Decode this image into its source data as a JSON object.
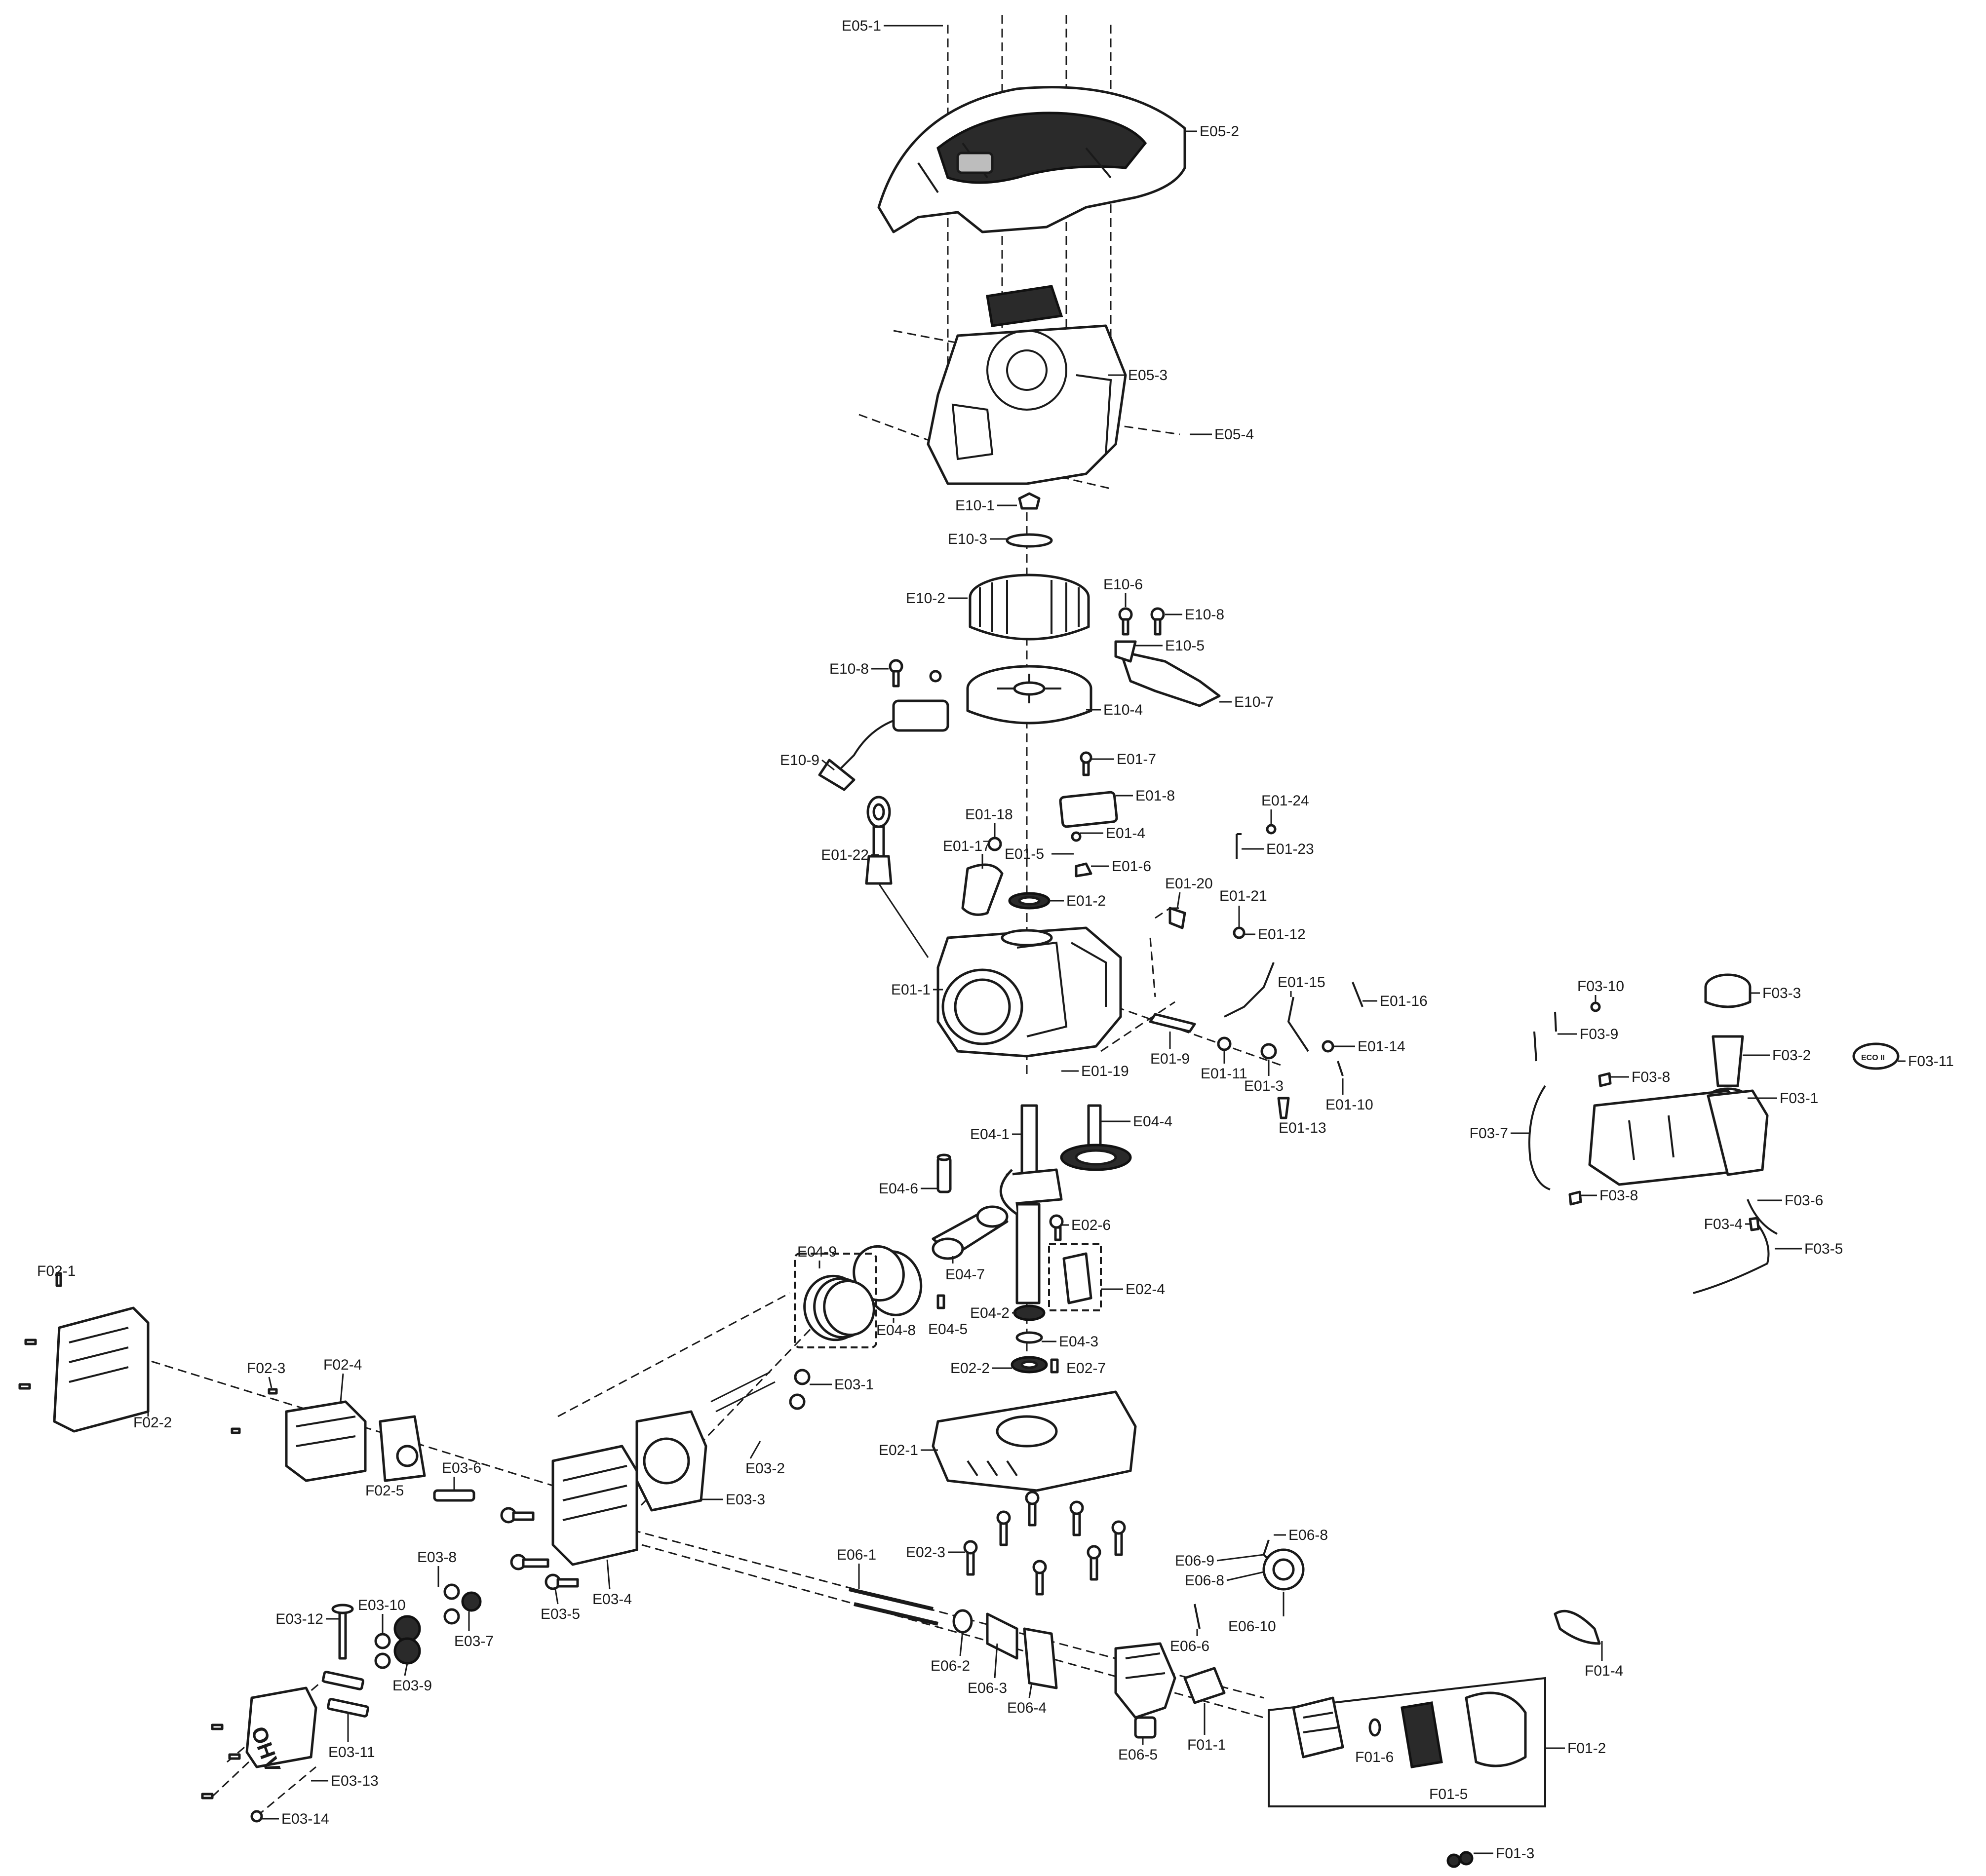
{
  "labels": [
    "E05-1",
    "E05-2",
    "E05-3",
    "E05-4",
    "E10-1",
    "E10-3",
    "E10-2",
    "E10-6",
    "E10-8",
    "E10-5",
    "E10-8",
    "E10-4",
    "E10-7",
    "E10-9",
    "E01-7",
    "E01-8",
    "E01-24",
    "E01-18",
    "E01-4",
    "E01-23",
    "E01-17",
    "E01-5",
    "E01-22",
    "E01-6",
    "E01-2",
    "E01-20",
    "E01-21",
    "E01-12",
    "E01-1",
    "E01-15",
    "E01-16",
    "E01-19",
    "E01-9",
    "E01-11",
    "E01-3",
    "E01-14",
    "E01-10",
    "E01-13",
    "F03-10",
    "F03-3",
    "F03-9",
    "F03-2",
    "F03-11",
    "F03-8",
    "F03-1",
    "F03-7",
    "F03-8",
    "F03-6",
    "F03-4",
    "F03-5",
    "E04-1",
    "E04-4",
    "E04-6",
    "E02-6",
    "E04-9",
    "E04-7",
    "E02-4",
    "E04-2",
    "E04-8",
    "E04-5",
    "E04-3",
    "E02-2",
    "E02-7",
    "F02-1",
    "F02-3",
    "F02-4",
    "F02-2",
    "E03-1",
    "E03-6",
    "E03-2",
    "F02-5",
    "E03-3",
    "E02-1",
    "E02-3",
    "E06-1",
    "E06-9",
    "E06-8",
    "E06-8",
    "E06-10",
    "E03-8",
    "E03-12",
    "E03-10",
    "E03-7",
    "E03-5",
    "E03-4",
    "E03-9",
    "E06-6",
    "E06-2",
    "E06-3",
    "E06-4",
    "F01-4",
    "E03-11",
    "E03-13",
    "E03-14",
    "E06-5",
    "F01-1",
    "F01-6",
    "F01-2",
    "F01-5",
    "F01-3"
  ],
  "decals": {
    "shroud_logo": "OHV",
    "cap_decal": "ECO II"
  }
}
